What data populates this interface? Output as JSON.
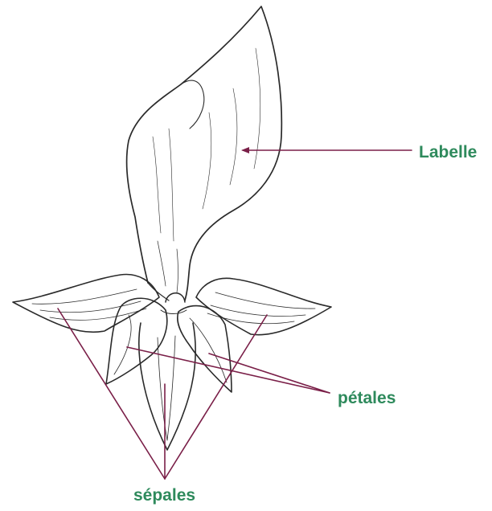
{
  "colors": {
    "label_text": "#2e8a5c",
    "leader_line": "#7a1f48",
    "ink": "#2a2a2a",
    "background": "#ffffff"
  },
  "labels": {
    "labelle": "Labelle",
    "petales": "pétales",
    "sepales": "sépales"
  }
}
